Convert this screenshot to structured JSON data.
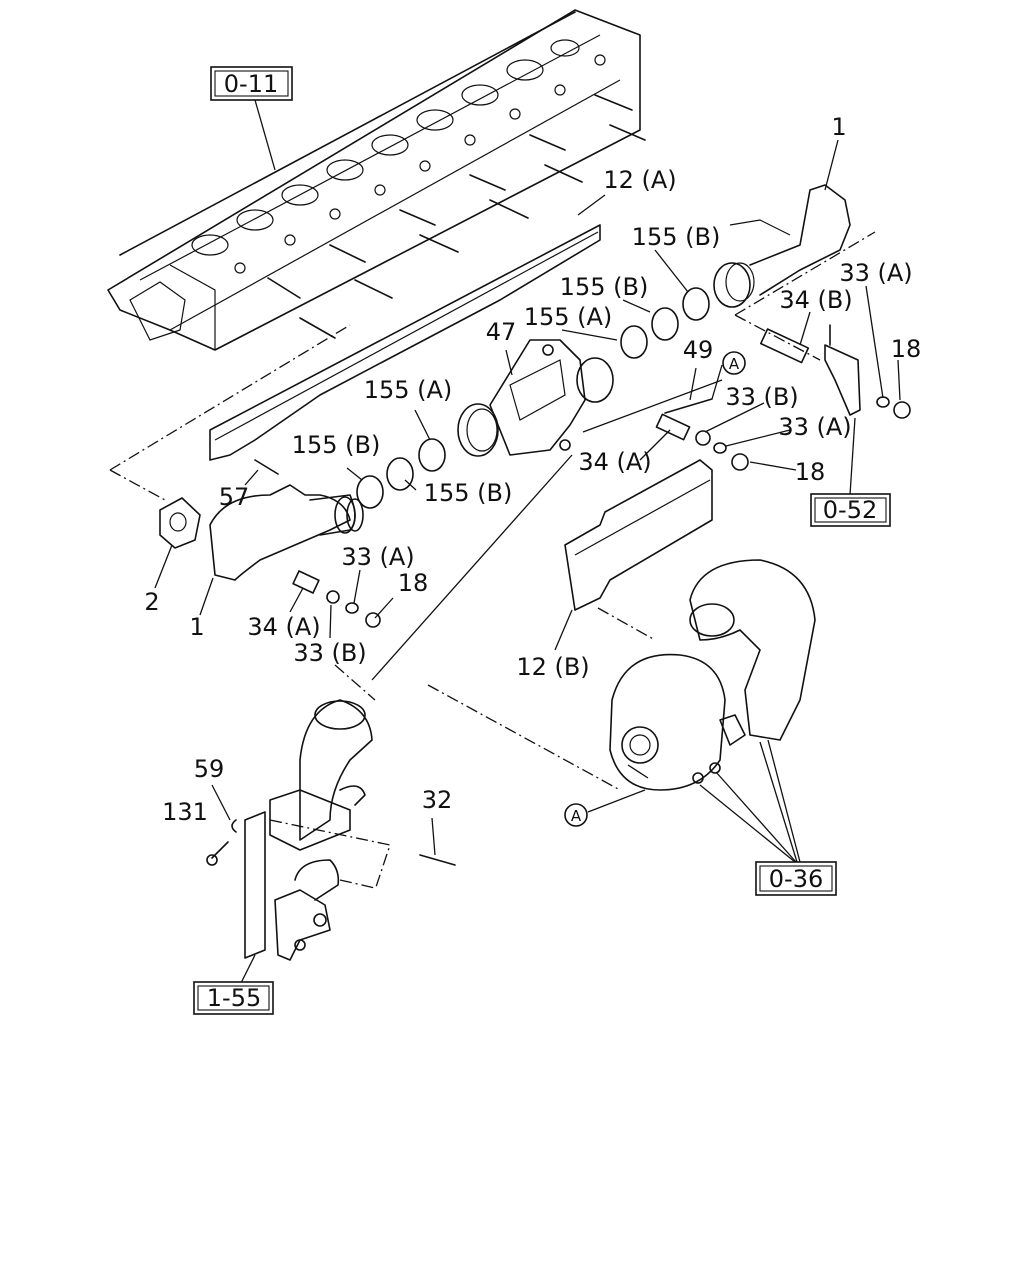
{
  "references": {
    "head": "0-11",
    "turbo": "0-36",
    "manifold_rear": "0-52",
    "bracket": "1-55"
  },
  "callout_marker": "A",
  "labels": {
    "p1_right": "1",
    "p1_left": "1",
    "p2": "2",
    "p12a": "12 (A)",
    "p12b": "12 (B)",
    "p18_right_top": "18",
    "p18_right_mid": "18",
    "p18_left": "18",
    "p32": "32",
    "p33a_right_top": "33 (A)",
    "p33a_right_mid": "33 (A)",
    "p33a_left": "33 (A)",
    "p33b_right": "33 (B)",
    "p33b_left": "33 (B)",
    "p34a_right": "34 (A)",
    "p34a_left": "34 (A)",
    "p34b": "34 (B)",
    "p47": "47",
    "p49": "49",
    "p57": "57",
    "p59": "59",
    "p131": "131",
    "p155a_upper": "155 (A)",
    "p155a_mid": "155 (A)",
    "p155b_top": "155 (B)",
    "p155b_second": "155 (B)",
    "p155b_left": "155 (B)",
    "p155b_lower": "155 (B)"
  }
}
